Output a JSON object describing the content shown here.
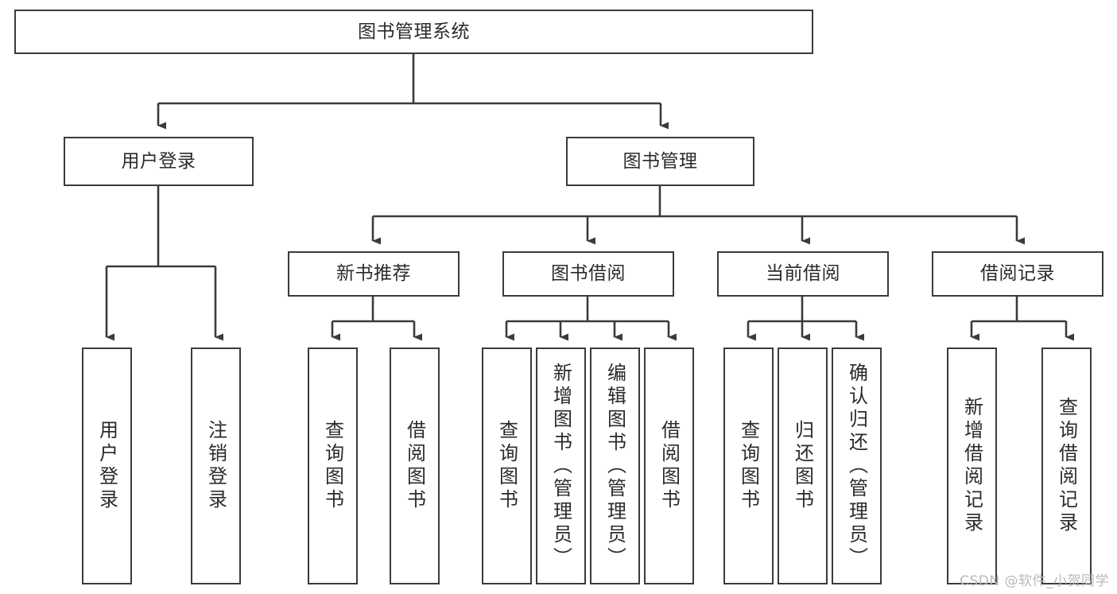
{
  "diagram": {
    "title": "图书管理系统",
    "type": "tree-hierarchy-diagram",
    "watermark": "CSDN @软件_小贺同学",
    "colors": {
      "background": "#ffffff",
      "box_border": "#3b3b3b",
      "box_fill": "#ffffff",
      "text": "#2b2b2b",
      "connector": "#3b3b3b",
      "watermark": "#b9b9b9"
    },
    "root": {
      "label": "图书管理系统"
    },
    "level2": [
      {
        "label": "用户登录"
      },
      {
        "label": "图书管理"
      }
    ],
    "level3": [
      {
        "label": "新书推荐"
      },
      {
        "label": "图书借阅"
      },
      {
        "label": "当前借阅"
      },
      {
        "label": "借阅记录"
      }
    ],
    "leaves": {
      "user_login": [
        {
          "label": "用户登录"
        },
        {
          "label": "注销登录"
        }
      ],
      "new_book_recommend": [
        {
          "label": "查询图书"
        },
        {
          "label": "借阅图书"
        }
      ],
      "book_borrow": [
        {
          "label": "查询图书"
        },
        {
          "label": "新增图书（管理员）"
        },
        {
          "label": "编辑图书（管理员）"
        },
        {
          "label": "借阅图书"
        }
      ],
      "current_borrow": [
        {
          "label": "查询图书"
        },
        {
          "label": "归还图书"
        },
        {
          "label": "确认归还（管理员）"
        }
      ],
      "borrow_record": [
        {
          "label": "新增借阅记录"
        },
        {
          "label": "查询借阅记录"
        }
      ]
    }
  }
}
